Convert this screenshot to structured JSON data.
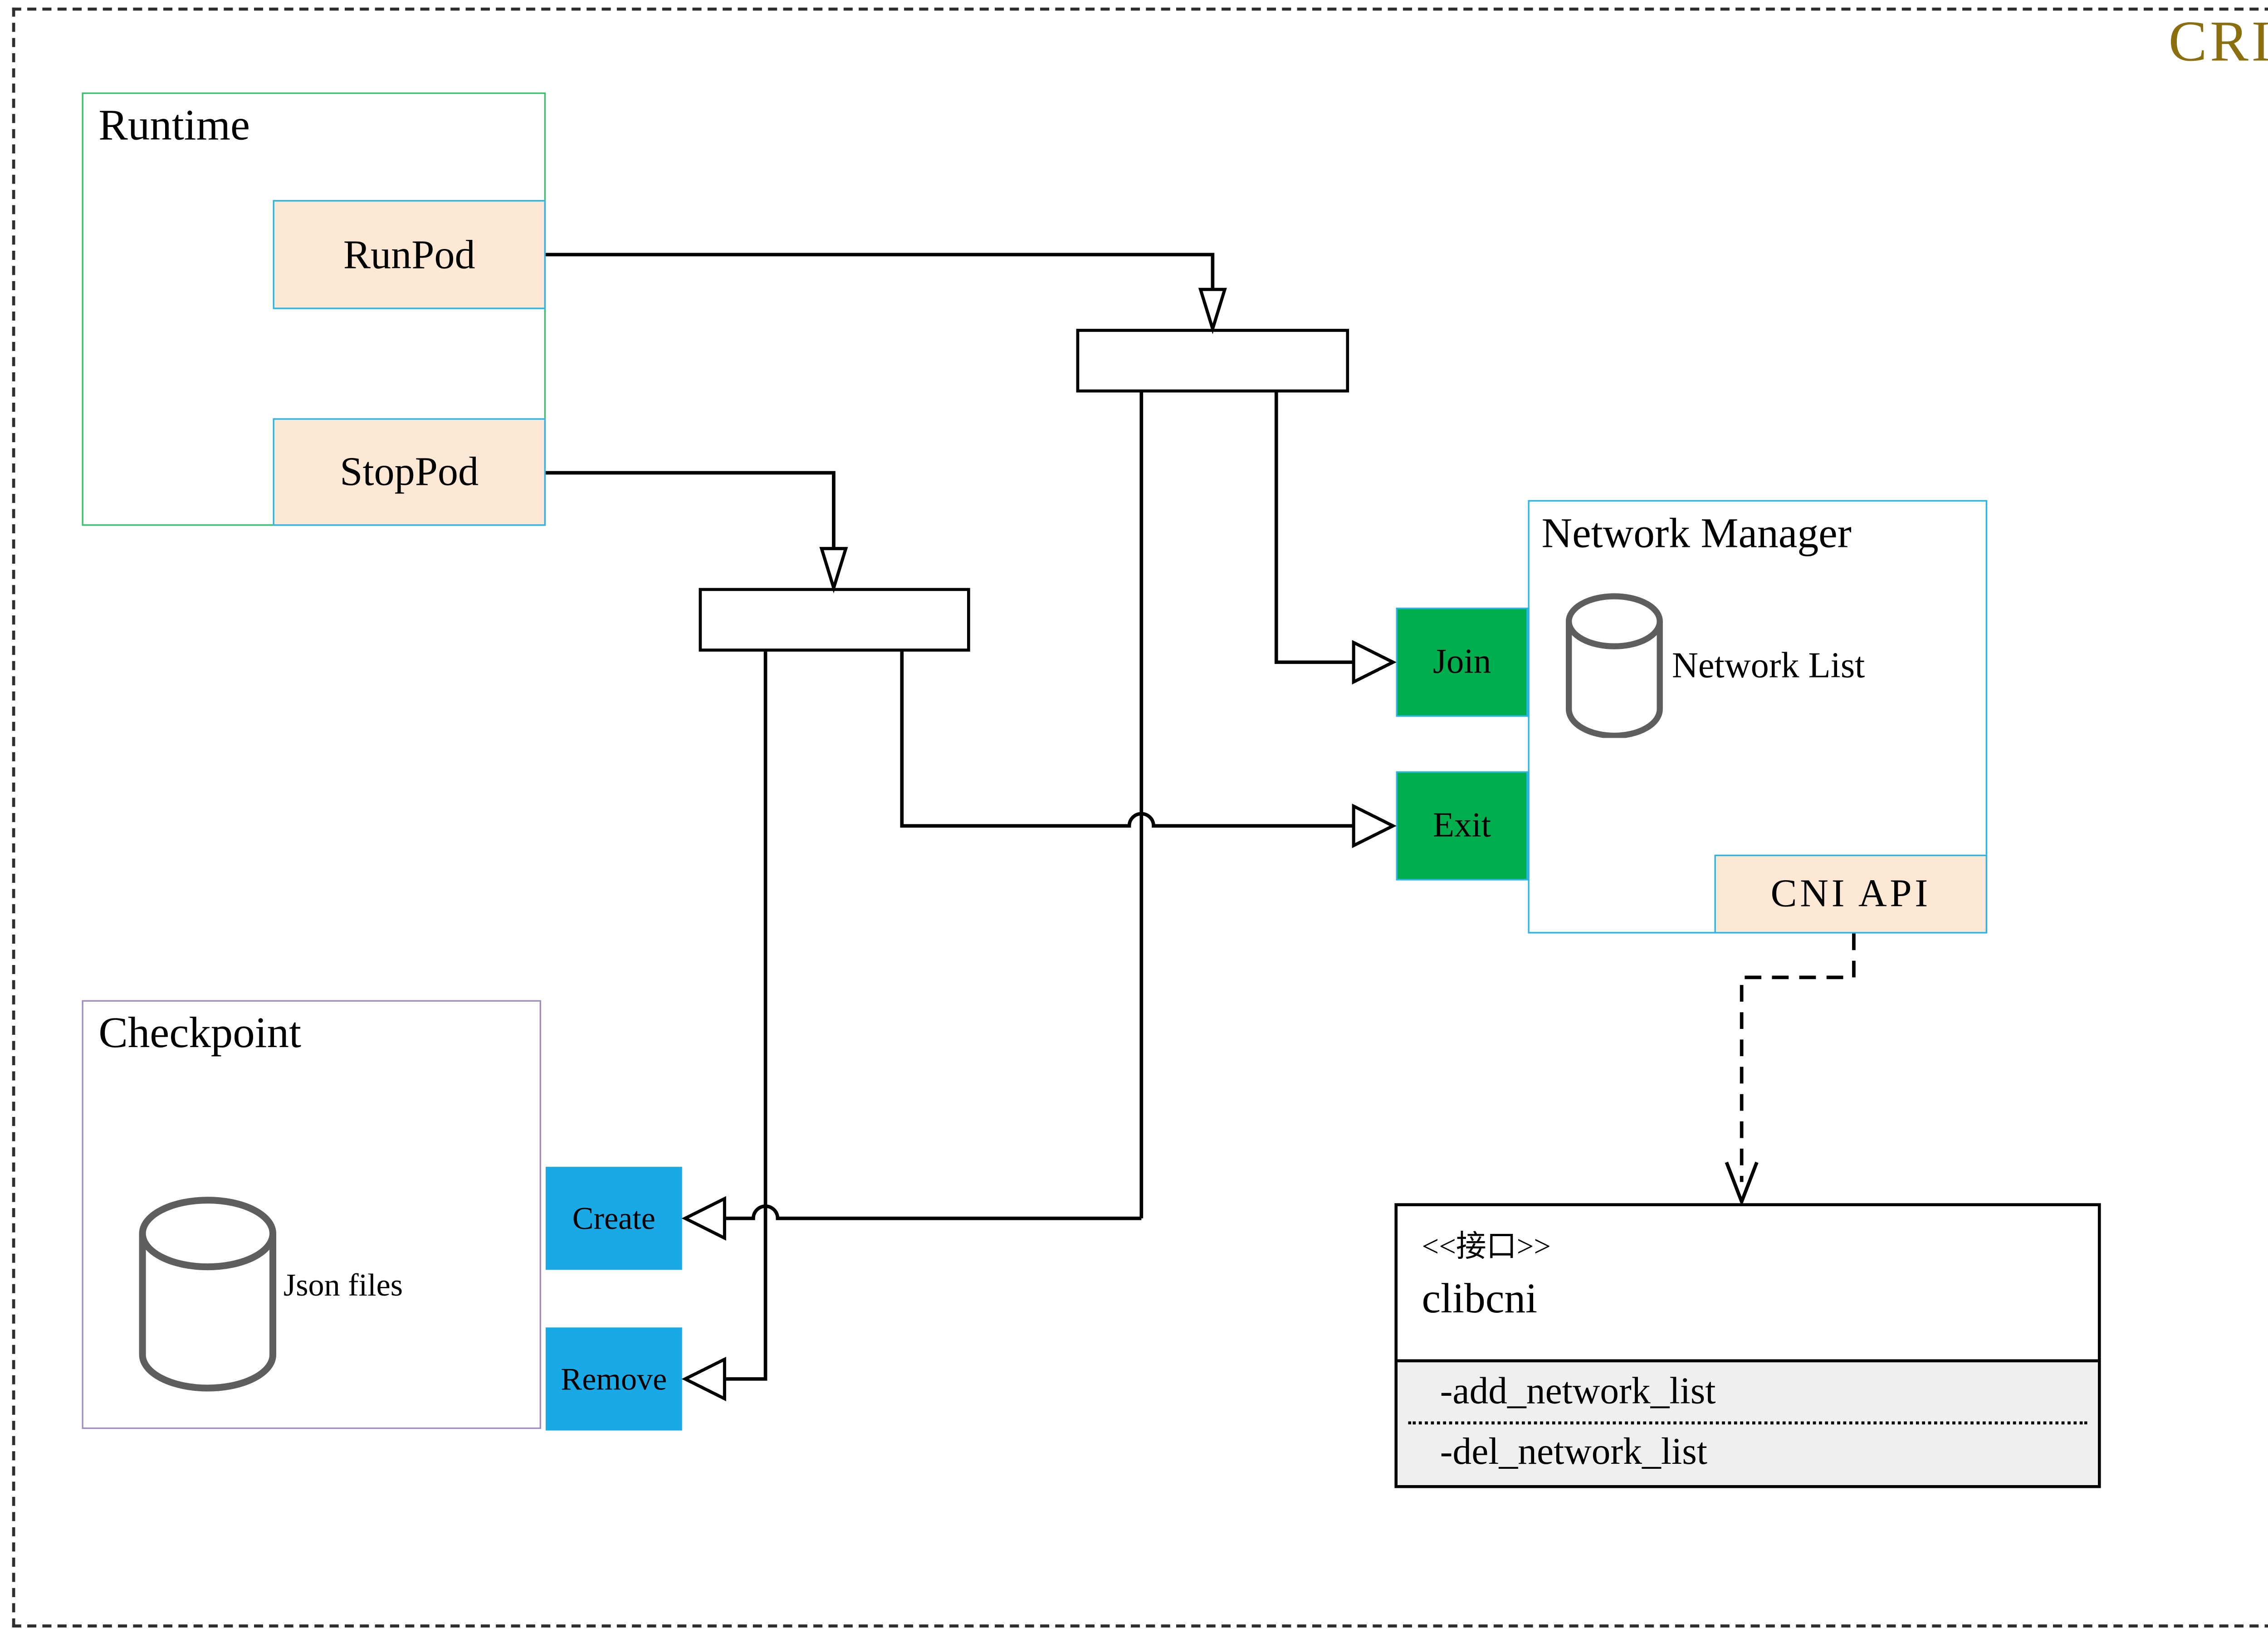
{
  "page": {
    "watermark": "CRI"
  },
  "runtime": {
    "title": "Runtime",
    "runpod_label": "RunPod",
    "stoppod_label": "StopPod"
  },
  "network_manager": {
    "title": "Network Manager",
    "join_label": "Join",
    "exit_label": "Exit",
    "network_list_label": "Network List",
    "cni_api_label": "CNI API"
  },
  "checkpoint": {
    "title": "Checkpoint",
    "json_files_label": "Json files",
    "create_label": "Create",
    "remove_label": "Remove"
  },
  "clibcni": {
    "stereotype": "<<接口>>",
    "name": "clibcni",
    "methods": [
      "-add_network_list",
      "-del_network_list"
    ]
  },
  "colors": {
    "cri_text": "#8b6e0e",
    "runtime_border": "#35c46d",
    "checkpoint_border": "#a08cc2",
    "light_blue_border": "#29b5e8",
    "peach_fill": "#fce8d4",
    "green_button_fill": "#00ae4e",
    "blue_button_fill": "#18a9e6",
    "methods_compartment_fill": "#f0efee",
    "cylinder_stroke": "#5e5e5e",
    "connector": "#000000"
  }
}
